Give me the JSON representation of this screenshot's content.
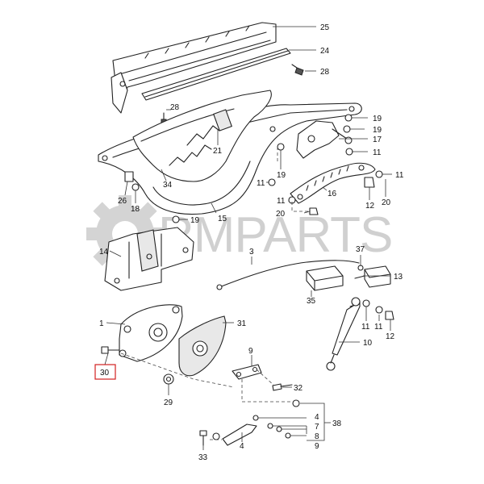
{
  "watermark": {
    "text": "RMPARTS",
    "color": "#d0d0d0"
  },
  "highlight": {
    "callout": "30",
    "color": "#d22020"
  },
  "callouts": [
    {
      "id": "25",
      "label": "25"
    },
    {
      "id": "24",
      "label": "24"
    },
    {
      "id": "28a",
      "label": "28"
    },
    {
      "id": "28b",
      "label": "28"
    },
    {
      "id": "19a",
      "label": "19"
    },
    {
      "id": "19b",
      "label": "19"
    },
    {
      "id": "17",
      "label": "17"
    },
    {
      "id": "21",
      "label": "21"
    },
    {
      "id": "11a",
      "label": "11"
    },
    {
      "id": "19c",
      "label": "19"
    },
    {
      "id": "11b",
      "label": "11"
    },
    {
      "id": "11c",
      "label": "11"
    },
    {
      "id": "34",
      "label": "34"
    },
    {
      "id": "26",
      "label": "26"
    },
    {
      "id": "18",
      "label": "18"
    },
    {
      "id": "11d",
      "label": "11"
    },
    {
      "id": "16",
      "label": "16"
    },
    {
      "id": "12a",
      "label": "12"
    },
    {
      "id": "20a",
      "label": "20"
    },
    {
      "id": "19d",
      "label": "19"
    },
    {
      "id": "15",
      "label": "15"
    },
    {
      "id": "20b",
      "label": "20"
    },
    {
      "id": "14",
      "label": "14"
    },
    {
      "id": "3",
      "label": "3"
    },
    {
      "id": "37",
      "label": "37"
    },
    {
      "id": "13",
      "label": "13"
    },
    {
      "id": "35",
      "label": "35"
    },
    {
      "id": "1",
      "label": "1"
    },
    {
      "id": "31",
      "label": "31"
    },
    {
      "id": "11e",
      "label": "11"
    },
    {
      "id": "11f",
      "label": "11"
    },
    {
      "id": "12b",
      "label": "12"
    },
    {
      "id": "10",
      "label": "10"
    },
    {
      "id": "9a",
      "label": "9"
    },
    {
      "id": "30",
      "label": "30"
    },
    {
      "id": "32",
      "label": "32"
    },
    {
      "id": "29",
      "label": "29"
    },
    {
      "id": "4a",
      "label": "4"
    },
    {
      "id": "7",
      "label": "7"
    },
    {
      "id": "38",
      "label": "38"
    },
    {
      "id": "8",
      "label": "8"
    },
    {
      "id": "9b",
      "label": "9"
    },
    {
      "id": "4b",
      "label": "4"
    },
    {
      "id": "33",
      "label": "33"
    }
  ]
}
